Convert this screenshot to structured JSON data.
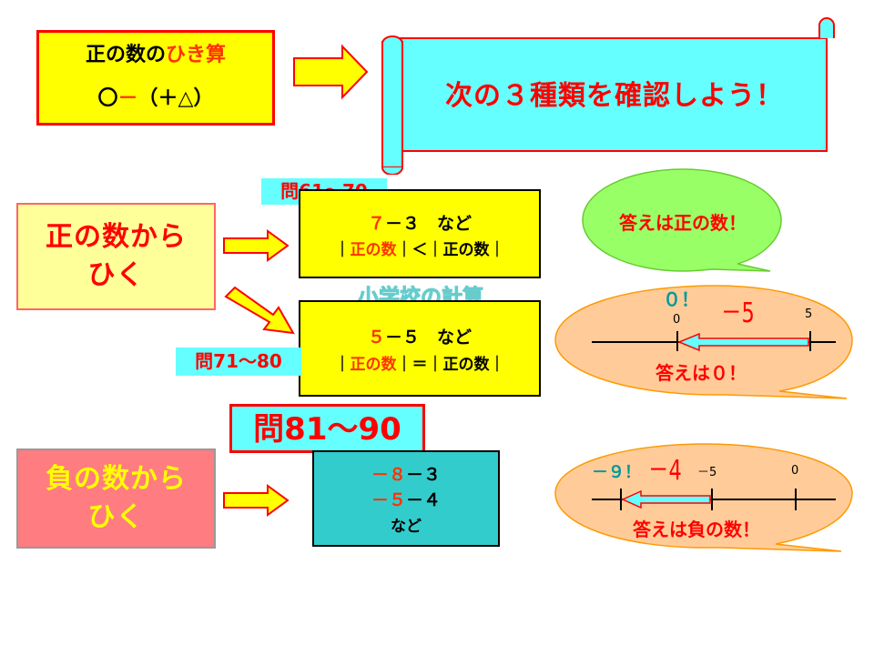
{
  "top_box": {
    "line1_a": "正の数の",
    "line1_b": "ひき算",
    "line2_a": "〇",
    "line2_b": "－",
    "line2_c": "（＋△）"
  },
  "scroll_banner": {
    "text": "次の３種類を確認しよう！"
  },
  "label_pos": {
    "line1": "正の数から",
    "line2": "ひく"
  },
  "label_neg": {
    "line1": "負の数から",
    "line2": "ひく"
  },
  "tag_q61": "問61～70",
  "tag_q71": "問71～80",
  "tag_q81": "問81～90",
  "box_a": {
    "expr_num": "７",
    "expr_rest": "－３　など",
    "cmp_bar1": "｜",
    "cmp_lbl1": "正の数",
    "cmp_mid": "｜＜｜",
    "cmp_lbl2": "正の数",
    "cmp_bar2": "｜"
  },
  "box_b": {
    "expr_num": "５",
    "expr_rest": "－５　など",
    "cmp_bar1": "｜",
    "cmp_lbl1": "正の数",
    "cmp_mid": "｜＝｜",
    "cmp_lbl2": "正の数",
    "cmp_bar2": "｜"
  },
  "box_c": {
    "line1_a": "－８",
    "line1_b": "－３",
    "line2_a": "－５",
    "line2_b": "－４",
    "line3": "など"
  },
  "elementary_label": "小学校の計算",
  "bubble_top": "答えは正の数！",
  "bubble_mid": {
    "result_marker": "０！",
    "delta": "－5",
    "tick0": "0",
    "tick5": "5",
    "answer": "答えは０！"
  },
  "bubble_bot": {
    "result_marker": "－９！",
    "delta": "－4",
    "tick_m5": "－5",
    "tick0": "0",
    "answer": "答えは負の数！"
  },
  "colors": {
    "yellow": "#ffff00",
    "light_yellow": "#ffff99",
    "pink": "#ff7c80",
    "teal": "#33cccc",
    "cyan": "#66ffff",
    "green": "#99ff66",
    "peach": "#ffcc99",
    "red": "#ff0000",
    "orange": "#ff9900"
  }
}
